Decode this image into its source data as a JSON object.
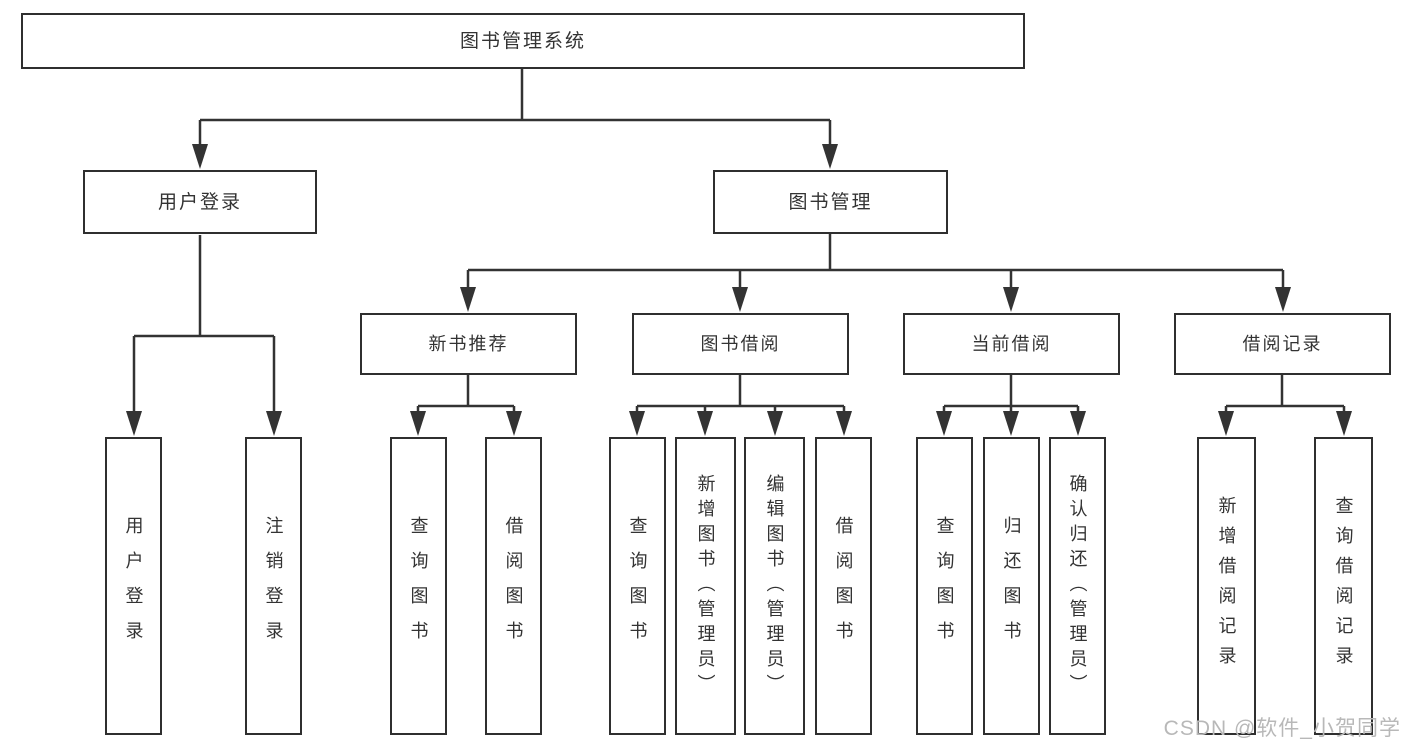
{
  "tree": {
    "root": {
      "label": "图书管理系统"
    },
    "branches": [
      {
        "label": "用户登录",
        "children": [
          {
            "label": "用户登录"
          },
          {
            "label": "注销登录"
          }
        ]
      },
      {
        "label": "图书管理",
        "children": [
          {
            "label": "新书推荐",
            "children": [
              {
                "label": "查询图书"
              },
              {
                "label": "借阅图书"
              }
            ]
          },
          {
            "label": "图书借阅",
            "children": [
              {
                "label": "查询图书"
              },
              {
                "label": "新增图书（管理员）"
              },
              {
                "label": "编辑图书（管理员）"
              },
              {
                "label": "借阅图书"
              }
            ]
          },
          {
            "label": "当前借阅",
            "children": [
              {
                "label": "查询图书"
              },
              {
                "label": "归还图书"
              },
              {
                "label": "确认归还（管理员）"
              }
            ]
          },
          {
            "label": "借阅记录",
            "children": [
              {
                "label": "新增借阅记录"
              },
              {
                "label": "查询借阅记录"
              }
            ]
          }
        ]
      }
    ]
  },
  "watermark": {
    "text": "CSDN @软件_小贺同学"
  },
  "colors": {
    "line": "#333333",
    "box_border": "#2f2f2f",
    "box_fill": "#ffffff",
    "text": "#333333",
    "watermark": "#b8b8b8"
  }
}
